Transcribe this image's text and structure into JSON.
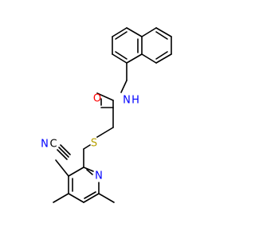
{
  "molecule": {
    "atoms": {
      "nitrile_n": "N",
      "nitrile_c": "C",
      "sulfur": "S",
      "pyridine_n": "N",
      "carbonyl_o": "O",
      "amide_n": "N",
      "amide_h": "H"
    }
  },
  "colors": {
    "carbon": "#000000",
    "nitrogen": "#0000ff",
    "oxygen": "#ff0000",
    "sulfur": "#b8a000"
  }
}
